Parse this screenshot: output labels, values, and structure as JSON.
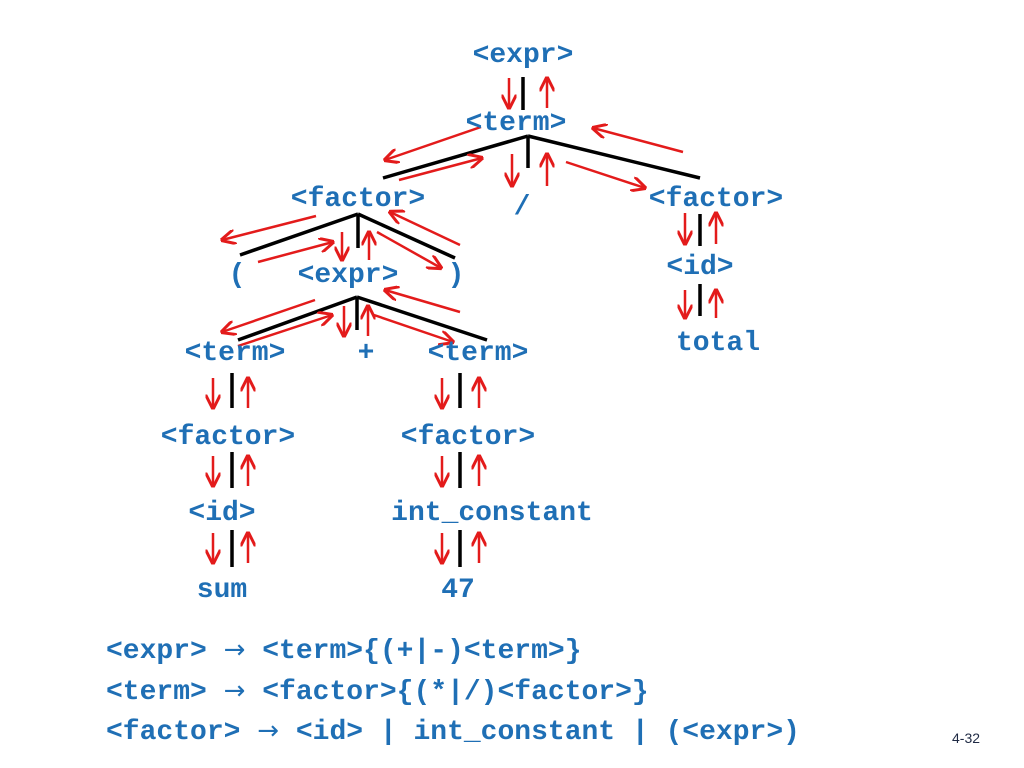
{
  "tree": {
    "nodes": {
      "root_expr": "<expr>",
      "term_top": "<term>",
      "factor_left": "<factor>",
      "div_op": "/",
      "factor_right": "<factor>",
      "lparen": "(",
      "expr_inner": "<expr>",
      "rparen": ")",
      "id_right": "<id>",
      "total": "total",
      "term_left": "<term>",
      "plus_op": "+",
      "term_right": "<term>",
      "factor_ll": "<factor>",
      "factor_lr": "<factor>",
      "id_left": "<id>",
      "int_constant": "int_constant",
      "sum": "sum",
      "num_47": "47"
    }
  },
  "grammar": {
    "rule1": {
      "lhs": "<expr>",
      "arrow": "→",
      "rhs": "<term>{(+|-)<term>}"
    },
    "rule2": {
      "lhs": "<term>",
      "arrow": "→",
      "rhs": "<factor>{(*|/)<factor>}"
    },
    "rule3": {
      "lhs": "<factor>",
      "arrow": "→",
      "rhs": "<id> | int_constant | (<expr>)"
    }
  },
  "slide_number": "4-32",
  "colors": {
    "node_text": "#1f6fb5",
    "arrow": "#e31b1b",
    "edge": "#000000"
  }
}
